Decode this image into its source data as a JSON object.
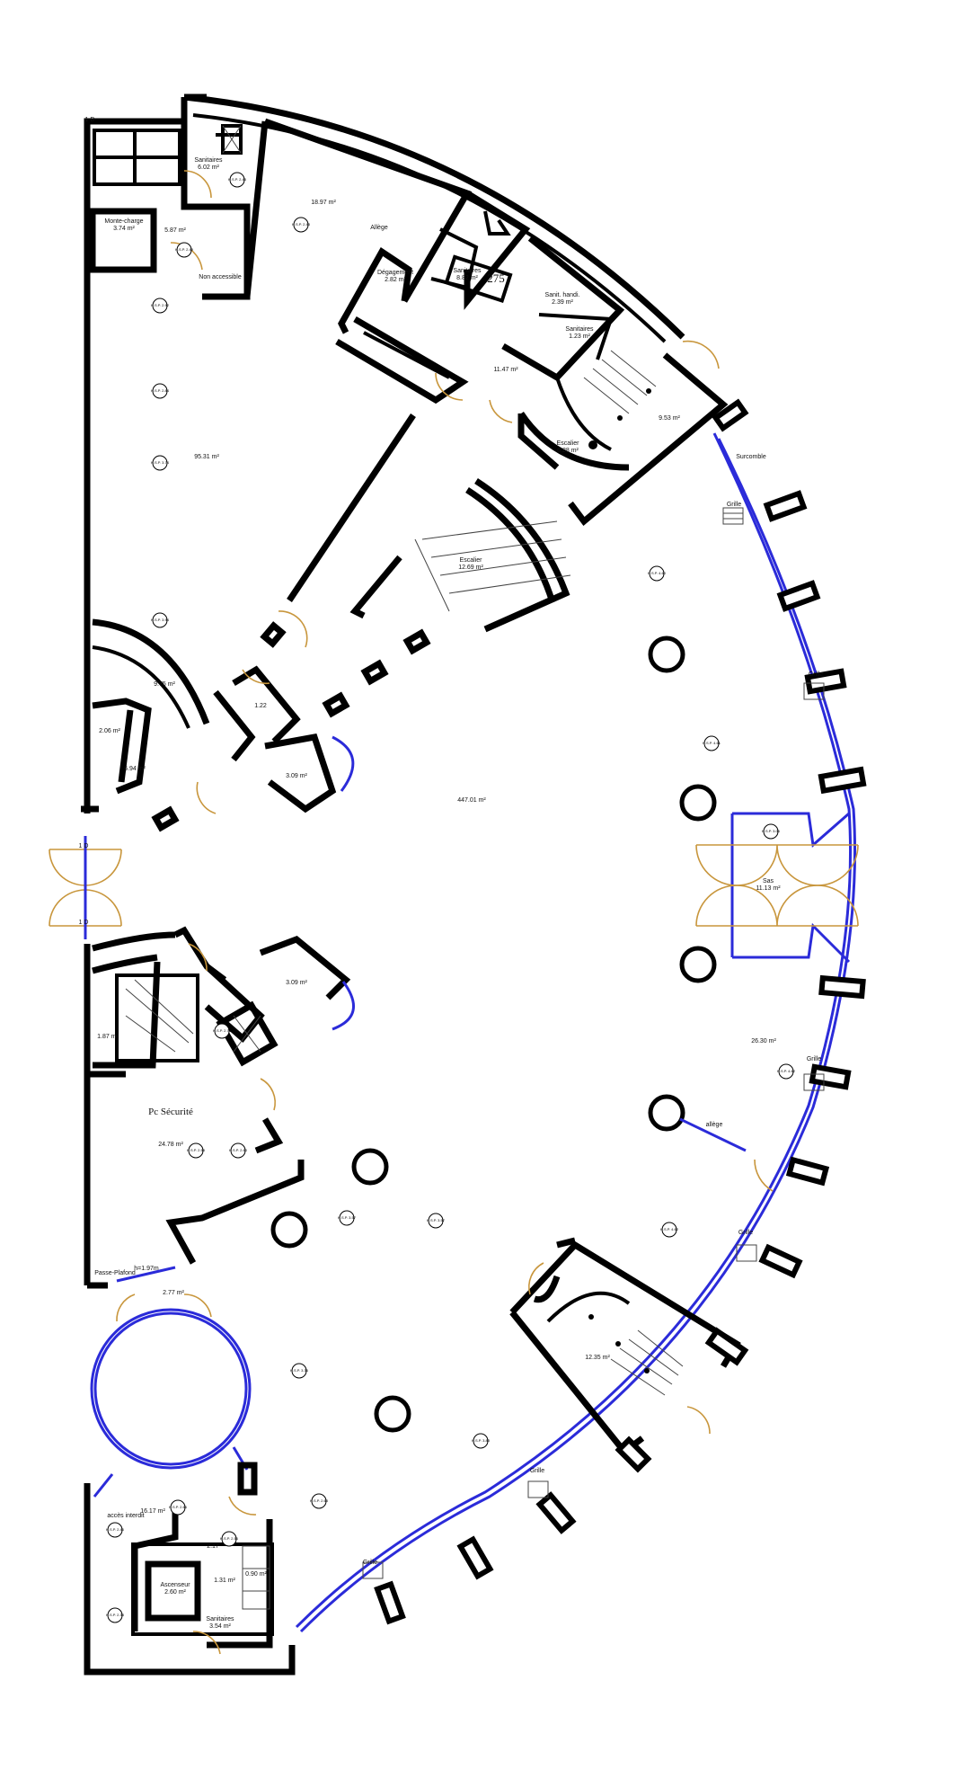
{
  "rooms": {
    "sanitaires_top": "Sanitaires",
    "sanitaires_top_area": "6.02 m²",
    "monte_charge": "Monte-charge",
    "monte_charge_area": "3.74 m²",
    "room_587": "5.87 m²",
    "non_accessible": "Non accessible",
    "room_1897": "18.97 m²",
    "allege_top": "Allège",
    "degagement": "Dégagement",
    "degagement_area": "2.82 m²",
    "sanitaires_mid": "Sanitaires",
    "sanitaires_mid_area": "8.82 m²",
    "sanit_handi": "Sanit. handi.",
    "sanit_handi_area": "2.39 m²",
    "sanitaires_small": "Sanitaires",
    "sanitaires_small_area": "1.23 m²",
    "room_1147": "11.47 m²",
    "room_953": "9.53 m²",
    "escalier_small": "Escalier",
    "escalier_small_area": "6.28 m²",
    "room_9531": "95.31 m²",
    "surcomble": "Surcomble",
    "grille": "Grille",
    "escalier_main": "Escalier",
    "escalier_main_area": "12.69 m²",
    "room_975": "9.75 m²",
    "room_122": "1.22",
    "room_206": "2.06 m²",
    "room_694": "6.94 m²",
    "room_309a": "3.09 m²",
    "room_44701": "447.01 m²",
    "sas": "Sas",
    "sas_area": "11.13 m²",
    "room_187": "1.87 m²",
    "room_309b": "3.09 m²",
    "pc_securite": "Pc Sécurité",
    "pc_securite_area": "24.78 m²",
    "room_2630": "26.30 m²",
    "allege_right": "allège",
    "passe_plafond": "Passe-Plafond",
    "hauteur": "h=1.97m",
    "room_277": "2.77 m²",
    "room_1235": "12.35 m²",
    "room_1617": "16.17 m²",
    "acces_interdit": "accès interdit",
    "room_217": "2.17",
    "room_131": "1.31 m²",
    "room_090": "0.90 m²",
    "ascenseur": "Ascenseur",
    "ascenseur_area": "2.60 m²",
    "sanitaires_bottom": "Sanitaires",
    "sanitaires_bottom_area": "3.54 m²",
    "door_marker_1": "1 D",
    "door_marker_2": "1 D",
    "door_marker_3": "1 D",
    "stair_number": "275"
  },
  "tags": {
    "t1": "H.S.P. 2.45",
    "t2": "H.S.P. 2.43",
    "t3": "H.S.P. 2.49",
    "t4": "H.S.P. 2.92",
    "t5": "H.S.P. 2.84",
    "t6": "H.S.P. 3.74",
    "t7": "H.S.P. 3.94",
    "t8": "H.S.P. 4.60",
    "t9": "H.S.P. 4.61",
    "t10": "H.S.P. 3.06",
    "t11": "H.S.P. 2.76",
    "t12": "H.S.P. 2.58",
    "t13": "H.S.P. 2.60",
    "t14": "H.S.P. 4.62",
    "t15": "H.S.P. 3.57",
    "t16": "H.S.P. 3.57",
    "t17": "H.S.P. 4.62",
    "t18": "H.S.P. 3.36",
    "t19": "H.S.P. 3.83",
    "t20": "H.S.P. 2.63",
    "t21": "H.S.P. 2.66",
    "t22": "H.S.P. 2.56",
    "t23": "H.S.P. 2.46",
    "t24": "H.S.P. 2.38"
  },
  "colors": {
    "wall": "#000000",
    "window": "#2b2bd9",
    "door_swing": "#c8963c",
    "background": "#ffffff"
  }
}
